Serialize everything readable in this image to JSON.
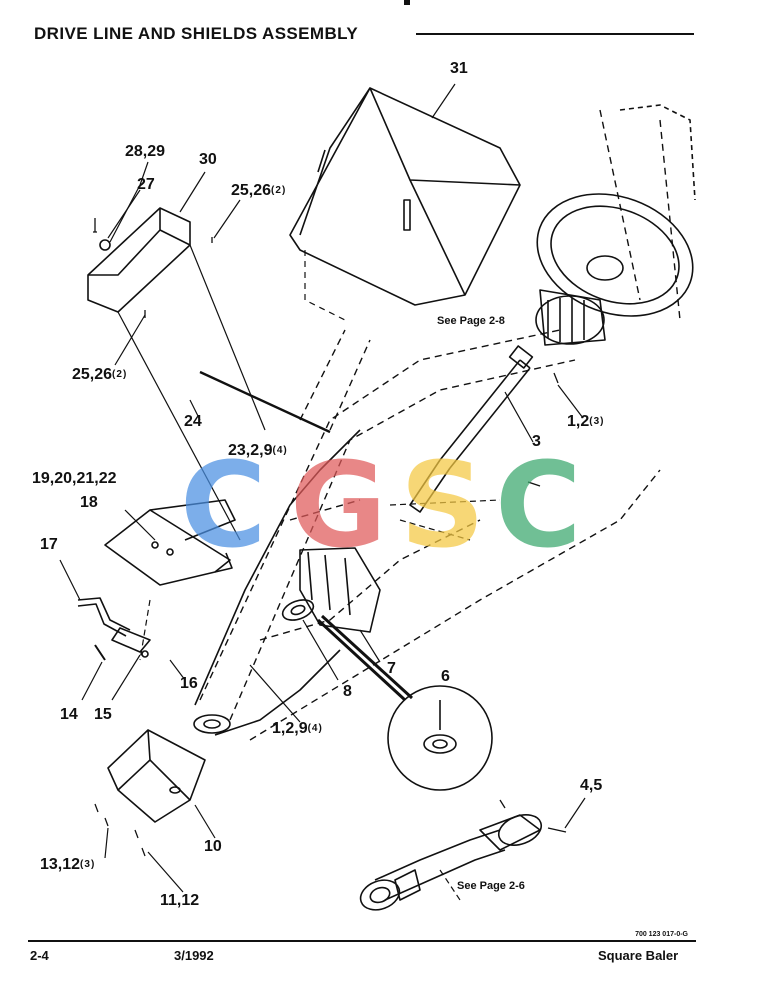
{
  "header": {
    "title": "DRIVE LINE AND SHIELDS ASSEMBLY"
  },
  "callouts": {
    "c31": "31",
    "c28_29": "28,29",
    "c30": "30",
    "c27": "27",
    "c25_26_top": "25,26",
    "c25_26_top_qty": "(2)",
    "c25_26_left": "25,26",
    "c25_26_left_qty": "(2)",
    "c24": "24",
    "c23_2_9": "23,2,9",
    "c23_2_9_qty": "(4)",
    "c19_22": "19,20,21,22",
    "c18": "18",
    "c17": "17",
    "c16": "16",
    "c14": "14",
    "c15": "15",
    "c3": "3",
    "c1_2_top": "1,2",
    "c1_2_top_qty": "(3)",
    "c7": "7",
    "c6": "6",
    "c8": "8",
    "c1_2_9": "1,2,9",
    "c1_2_9_qty": "(4)",
    "c10": "10",
    "c13_12": "13,12",
    "c13_12_qty": "(3)",
    "c11_12": "11,12",
    "c4_5": "4,5"
  },
  "references": {
    "see_page_2_8": "See Page 2-8",
    "see_page_2_6": "See Page 2-6"
  },
  "watermark": {
    "letters": [
      "C",
      "G",
      "S",
      "C"
    ],
    "colors": [
      "#4a90e2",
      "#e05a5a",
      "#f5c842",
      "#3aa76d"
    ]
  },
  "footer": {
    "page": "2-4",
    "date": "3/1992",
    "part_number": "700 123 017-0-G",
    "product": "Square Baler"
  }
}
